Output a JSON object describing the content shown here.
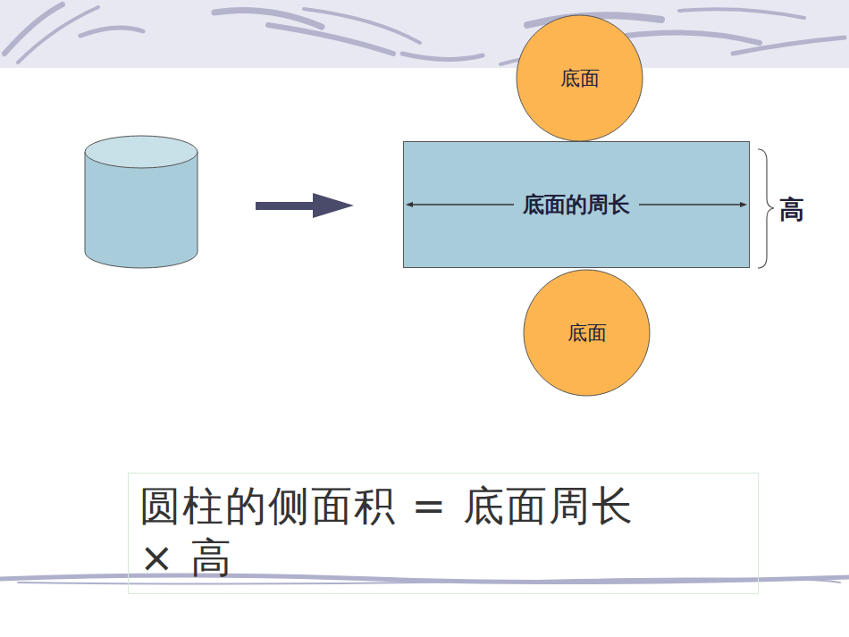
{
  "diagram": {
    "nodes": [
      {
        "text": [
          "底面"
        ]
      },
      {
        "text": [
          "底面的周长"
        ]
      },
      {
        "text": [
          "底面"
        ]
      },
      {
        "text": [
          "圆柱的侧面积 = 底面周长 × 高"
        ]
      }
    ],
    "labels": [
      "高"
    ]
  }
}
